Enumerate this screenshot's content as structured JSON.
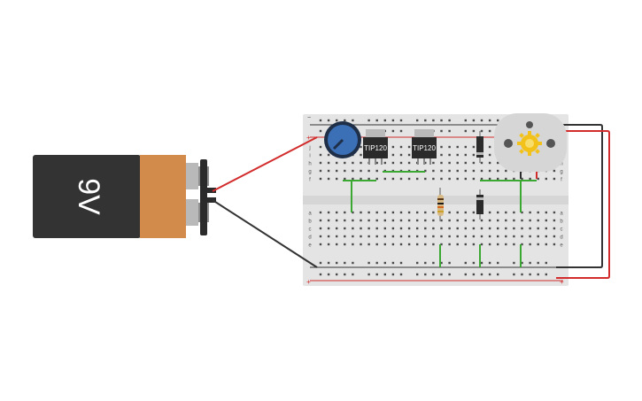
{
  "battery": {
    "label": "9V",
    "colors": {
      "body": "#333333",
      "cap": "#d28b4a",
      "terminal": "#b9b9b9",
      "clip": "#2b2b2b"
    }
  },
  "transistors": [
    {
      "label": "TIP120"
    },
    {
      "label": "TIP120"
    }
  ],
  "breadboard": {
    "row_letters_top": [
      "f",
      "g",
      "h",
      "i",
      "j"
    ],
    "row_letters_bottom": [
      "a",
      "b",
      "c",
      "d",
      "e"
    ],
    "column_count": 30,
    "rail_plus": "+",
    "rail_minus": "−",
    "colors": {
      "board": "#e4e4e4",
      "hole": "#4a4a4a",
      "rail_red": "#d22c2c",
      "rail_black": "#333333"
    }
  },
  "wire_colors": {
    "red": "#d22c2c",
    "black": "#333333",
    "green": "#3aa832"
  },
  "motor": {
    "colors": {
      "body": "#d6d6d6",
      "gear": "#f2c21b"
    }
  },
  "potentiometer": {
    "colors": {
      "knob": "#3b6fb6",
      "ring": "#1f2f48"
    }
  }
}
